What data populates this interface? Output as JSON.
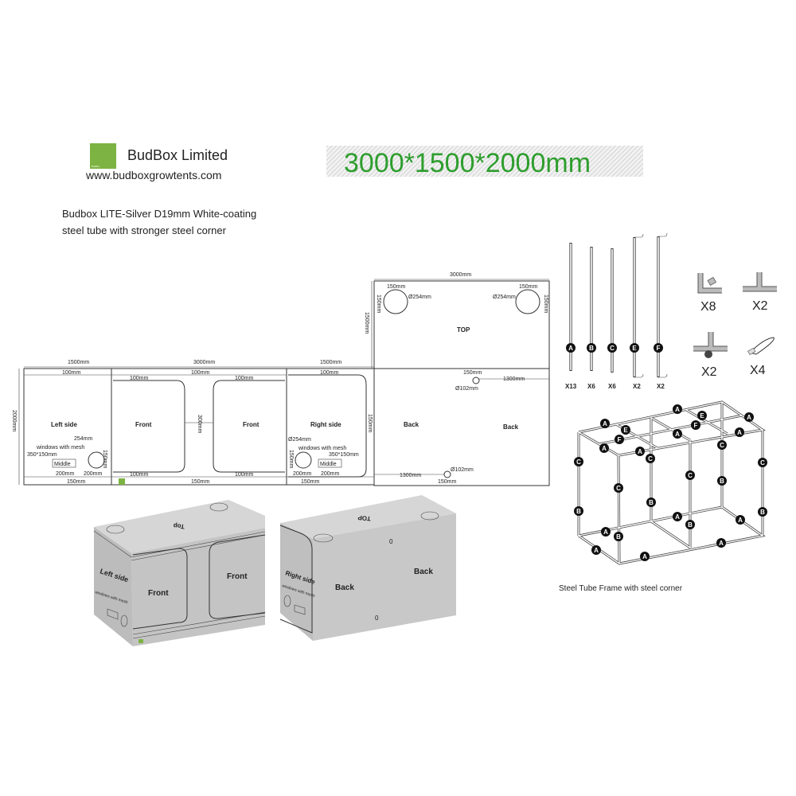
{
  "brand": {
    "name": "BudBox Limited",
    "url": "www.budboxgrowtents.com",
    "logo_text": "BudBox",
    "logo_color": "#7cb342"
  },
  "title": {
    "text": "3000*1500*2000mm",
    "color": "#2e9e2e"
  },
  "description": {
    "line1": "Budbox LITE-Silver D19mm White-coating",
    "line2": "steel tube with stronger steel corner"
  },
  "layout": {
    "dims": {
      "left": "1500mm",
      "front": "3000mm",
      "right": "1500mm",
      "height": "2000mm",
      "top_width": "3000mm",
      "top_depth": "1500mm"
    },
    "left_side": {
      "label": "Left side",
      "band_top": "100mm",
      "band_bottom": "150mm",
      "vent": "254mm",
      "window": "windows with mesh",
      "window_size": "350*150mm",
      "middle": "Middle",
      "d1": "200mm",
      "d2": "200mm",
      "d3": "150mm"
    },
    "front": {
      "label1": "Front",
      "label2": "Front",
      "band_top": "100mm",
      "band_bottom": "150mm",
      "gap": "300mm",
      "d_tl": "100mm",
      "d_tr": "100mm",
      "d_bl": "100mm",
      "d_br": "100mm"
    },
    "right_side": {
      "label": "Right side",
      "band_top": "100mm",
      "band_bottom": "150mm",
      "vent": "Ø254mm",
      "window": "windows with mesh",
      "window_size": "350*150mm",
      "middle": "Middle",
      "d1": "200mm",
      "d2": "200mm",
      "d3": "150mm",
      "edge": "150mm"
    },
    "top": {
      "label": "TOP",
      "d1": "150mm",
      "d2": "150mm",
      "vent1": "Ø254mm",
      "d3": "150mm",
      "d4": "150mm",
      "vent2": "Ø254mm"
    },
    "back": {
      "label1": "Back",
      "label2": "Back",
      "d_top": "150mm",
      "vent_top": "Ø102mm",
      "off_top": "1300mm",
      "d_bot": "150mm",
      "vent_bot": "Ø102mm",
      "off_bot": "1300mm"
    }
  },
  "box_views": {
    "left_box": {
      "top": "Top",
      "side": "Left side",
      "window": "windows with mesh",
      "front1": "Front",
      "front2": "Front"
    },
    "right_box": {
      "top": "TOP",
      "side": "Right side",
      "window": "windows with mesh",
      "back1": "Back",
      "back2": "Back",
      "port1": "0",
      "port2": "0"
    }
  },
  "parts": {
    "tubes": [
      {
        "letter": "A",
        "qty": "X13"
      },
      {
        "letter": "B",
        "qty": "X6"
      },
      {
        "letter": "C",
        "qty": "X6"
      },
      {
        "letter": "E",
        "qty": "X2"
      },
      {
        "letter": "F",
        "qty": "X2"
      }
    ],
    "fittings": [
      {
        "name": "corner-connector",
        "qty": "X8"
      },
      {
        "name": "t-connector",
        "qty": "X2"
      },
      {
        "name": "cross-connector",
        "qty": "X2"
      },
      {
        "name": "strap",
        "qty": "X4"
      }
    ]
  },
  "frame": {
    "caption": "Steel Tube Frame with steel corner"
  }
}
